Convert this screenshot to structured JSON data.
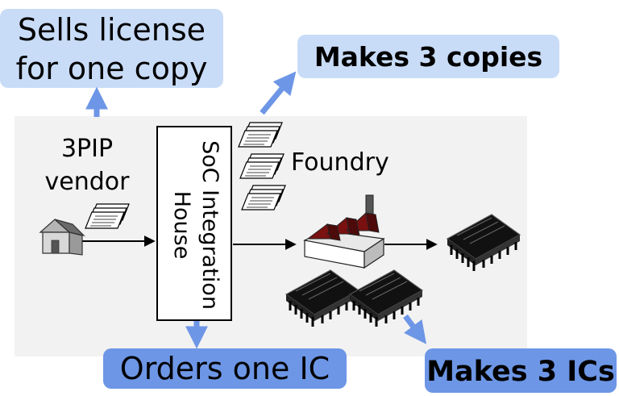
{
  "callouts": {
    "sells_license": [
      "Sells license",
      "for one copy"
    ],
    "makes_copies": "Makes 3 copies",
    "orders_ic": "Orders one IC",
    "makes_ics": "Makes 3 ICs"
  },
  "labels": {
    "vendor": [
      "3PIP",
      "vendor"
    ],
    "soc": [
      "SoC Integration",
      "House"
    ],
    "foundry": "Foundry"
  },
  "icons": {
    "vendor_house": "house-icon",
    "design_docs": "document-stack-icon",
    "foundry": "factory-icon",
    "chip": "ic-chip-icon"
  },
  "colors": {
    "light_callout": "#c9dcf7",
    "dark_callout": "#6d96e6",
    "arrow_blue": "#6d96e6",
    "panel_gray": "#f2f2f2",
    "factory_roof": "#7a1010"
  }
}
